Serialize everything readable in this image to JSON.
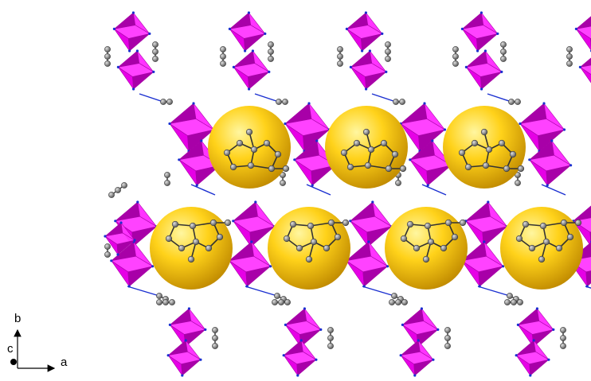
{
  "axes": {
    "b_label": "b",
    "c_label": "c",
    "a_label": "a"
  },
  "colors": {
    "background": "#ffffff",
    "polyhedron_light": "#ff33ff",
    "polyhedron_mid": "#e600e6",
    "polyhedron_dark": "#a800a8",
    "sphere_light": "#fff6a0",
    "sphere_mid": "#ffd21a",
    "sphere_dark": "#c08a00",
    "carbon_atom": "#8a8a8a",
    "nitrogen_link": "#1a2fd0",
    "oxygen_link": "#e01a1a",
    "bond": "#333333"
  }
}
